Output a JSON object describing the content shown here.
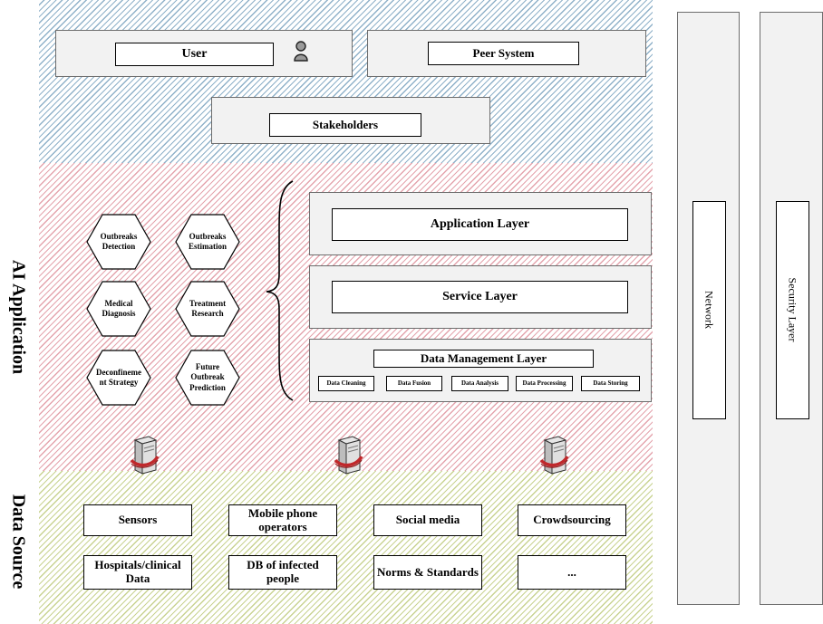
{
  "side_labels": {
    "ai_application": "AI Application",
    "data_source": "Data Source"
  },
  "top": {
    "user": "User",
    "peer_system": "Peer System",
    "stakeholders": "Stakeholders"
  },
  "hexagons": [
    "Outbreaks Detection",
    "Outbreaks Estimation",
    "Medical Diagnosis",
    "Treatment Research",
    "Deconfineme nt Strategy",
    "Future Outbreak Prediction"
  ],
  "layers": {
    "application": "Application Layer",
    "service": "Service Layer",
    "data_management": "Data Management Layer",
    "data_management_subs": [
      "Data Cleaning",
      "Data Fusion",
      "Data Analysis",
      "Data Processing",
      "Data Storing"
    ]
  },
  "data_sources": [
    "Sensors",
    "Mobile phone operators",
    "Social media",
    "Crowdsourcing",
    "Hospitals/clinical Data",
    "DB of infected people",
    "Norms & Standards",
    "..."
  ],
  "right_columns": {
    "network": "Network",
    "security": "Security Layer"
  },
  "colors": {
    "user_hatch": "#8fb1c9",
    "ai_hatch": "#e4a4ad",
    "data_hatch": "#c9d392",
    "server_red": "#c0282b"
  }
}
